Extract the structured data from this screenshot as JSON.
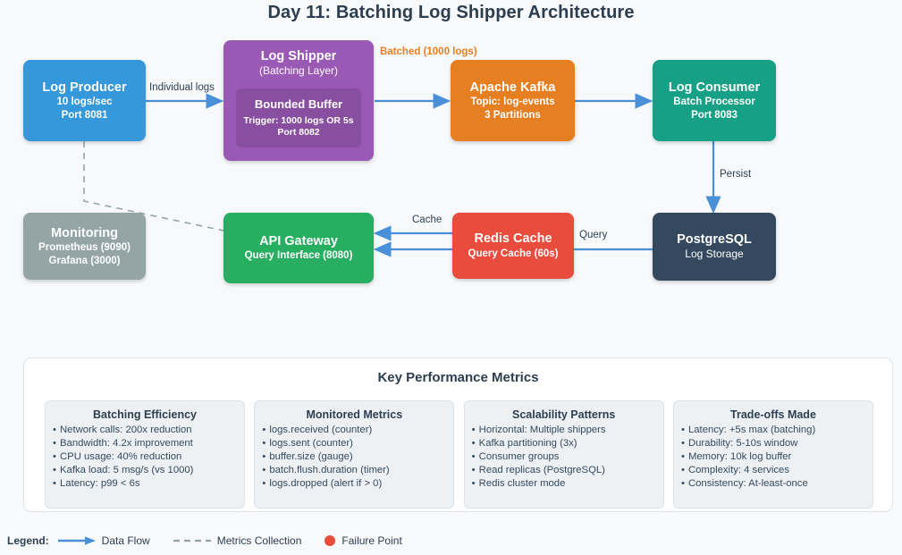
{
  "title": "Day 11: Batching Log Shipper Architecture",
  "colors": {
    "producer": "#3498db",
    "shipper": "#9b59b6",
    "kafka": "#e67e22",
    "consumer": "#16a085",
    "monitoring": "#95a5a6",
    "gateway": "#27ae60",
    "redis": "#e74c3c",
    "postgres": "#34495e",
    "arrow": "#4a90d9",
    "dashed": "#95a5a6",
    "failure": "#e74c3c",
    "title_text": "#2c3e50",
    "accent_label": "#e67e22"
  },
  "nodes": {
    "producer": {
      "title": "Log Producer",
      "sub1": "10 logs/sec",
      "sub2": "Port 8081"
    },
    "shipper": {
      "title": "Log Shipper",
      "sub1": "(Batching Layer)"
    },
    "buffer": {
      "title": "Bounded Buffer",
      "sub1": "Trigger: 1000 logs OR 5s",
      "sub2": "Port 8082"
    },
    "kafka": {
      "title": "Apache Kafka",
      "sub1": "Topic: log-events",
      "sub2": "3 Partitions"
    },
    "consumer": {
      "title": "Log Consumer",
      "sub1": "Batch Processor",
      "sub2": "Port 8083"
    },
    "monitoring": {
      "title": "Monitoring",
      "sub1": "Prometheus (9090)",
      "sub2": "Grafana (3000)"
    },
    "gateway": {
      "title": "API Gateway",
      "sub1": "Query Interface (8080)"
    },
    "redis": {
      "title": "Redis Cache",
      "sub1": "Query Cache (60s)"
    },
    "postgres": {
      "title": "PostgreSQL",
      "sub1": "Log Storage"
    }
  },
  "edge_labels": {
    "individual_logs": "Individual logs",
    "batched": "Batched (1000 logs)",
    "persist": "Persist",
    "cache": "Cache",
    "query": "Query"
  },
  "metrics_panel": {
    "title": "Key Performance Metrics",
    "cards": [
      {
        "heading": "Batching Efficiency",
        "items": [
          "Network calls: 200x reduction",
          "Bandwidth: 4.2x improvement",
          "CPU usage: 40% reduction",
          "Kafka load: 5 msg/s (vs 1000)",
          "Latency: p99 < 6s"
        ]
      },
      {
        "heading": "Monitored Metrics",
        "items": [
          "logs.received (counter)",
          "logs.sent (counter)",
          "buffer.size (gauge)",
          "batch.flush.duration (timer)",
          "logs.dropped (alert if > 0)"
        ]
      },
      {
        "heading": "Scalability Patterns",
        "items": [
          "Horizontal: Multiple shippers",
          "Kafka partitioning (3x)",
          "Consumer groups",
          "Read replicas (PostgreSQL)",
          "Redis cluster mode"
        ]
      },
      {
        "heading": "Trade-offs Made",
        "items": [
          "Latency: +5s max (batching)",
          "Durability: 5-10s window",
          "Memory: 10k log buffer",
          "Complexity: 4 services",
          "Consistency: At-least-once"
        ]
      }
    ]
  },
  "legend": {
    "title": "Legend:",
    "items": [
      {
        "icon": "arrow-right-icon",
        "label": "Data Flow"
      },
      {
        "icon": "dashed-line-icon",
        "label": "Metrics Collection"
      },
      {
        "icon": "circle-dot-icon",
        "label": "Failure Point"
      }
    ]
  }
}
